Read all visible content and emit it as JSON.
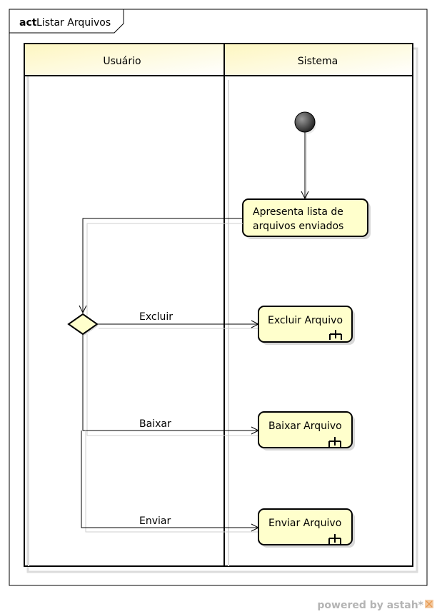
{
  "diagram": {
    "kind_prefix": "act",
    "name": "Listar Arquivos"
  },
  "lanes": [
    {
      "label": "Usuário"
    },
    {
      "label": "Sistema"
    }
  ],
  "actions": {
    "list": {
      "line1": "Apresenta lista de",
      "line2": "arquivos enviados"
    },
    "delete": {
      "label": "Excluir Arquivo"
    },
    "download": {
      "label": "Baixar Arquivo"
    },
    "upload": {
      "label": "Enviar Arquivo"
    }
  },
  "flows": {
    "delete": "Excluir",
    "download": "Baixar",
    "upload": "Enviar"
  },
  "footer": {
    "powered_by": "powered by astah*"
  },
  "colors": {
    "action_fill": "#ffffcc",
    "lane_header_fill": "#fdf7c9",
    "initial_node": "#555555",
    "border": "#000000",
    "shadow": "#d4d4d4"
  }
}
